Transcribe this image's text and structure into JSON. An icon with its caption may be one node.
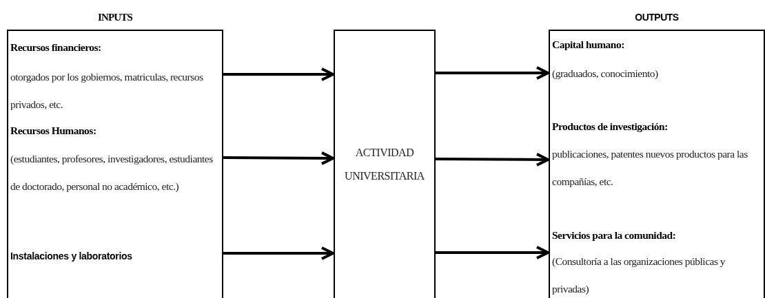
{
  "diagram": {
    "nodes": [
      {
        "text": [
          "INPUTS",
          "Recursos financieros:",
          "otorgados por los gobiernos, matriculas, recursos privados, etc.",
          "Recursos Humanos:",
          "(estudiantes, profesores, investigadores, estudiantes de doctorado, personal no académico, etc.)",
          "Instalaciones y laboratorios"
        ]
      },
      {
        "text": [
          "ACTIVIDAD UNIVERSITARIA"
        ]
      },
      {
        "text": [
          "OUTPUTS",
          "Capital humano:",
          "(graduados, conocimiento)",
          "Productos de investigación:",
          "publicaciones, patentes nuevos productos para las compañías, etc.",
          "Servicios para la comunidad:",
          "(Consultoría a las organizaciones públicas y privadas)"
        ]
      }
    ],
    "edges": [
      {
        "from": 0,
        "to": 1,
        "arrow": "to"
      },
      {
        "from": 0,
        "to": 1,
        "arrow": "to"
      },
      {
        "from": 0,
        "to": 1,
        "arrow": "to"
      },
      {
        "from": 1,
        "to": 2,
        "arrow": "to"
      },
      {
        "from": 1,
        "to": 2,
        "arrow": "to"
      },
      {
        "from": 1,
        "to": 2,
        "arrow": "to"
      }
    ]
  }
}
